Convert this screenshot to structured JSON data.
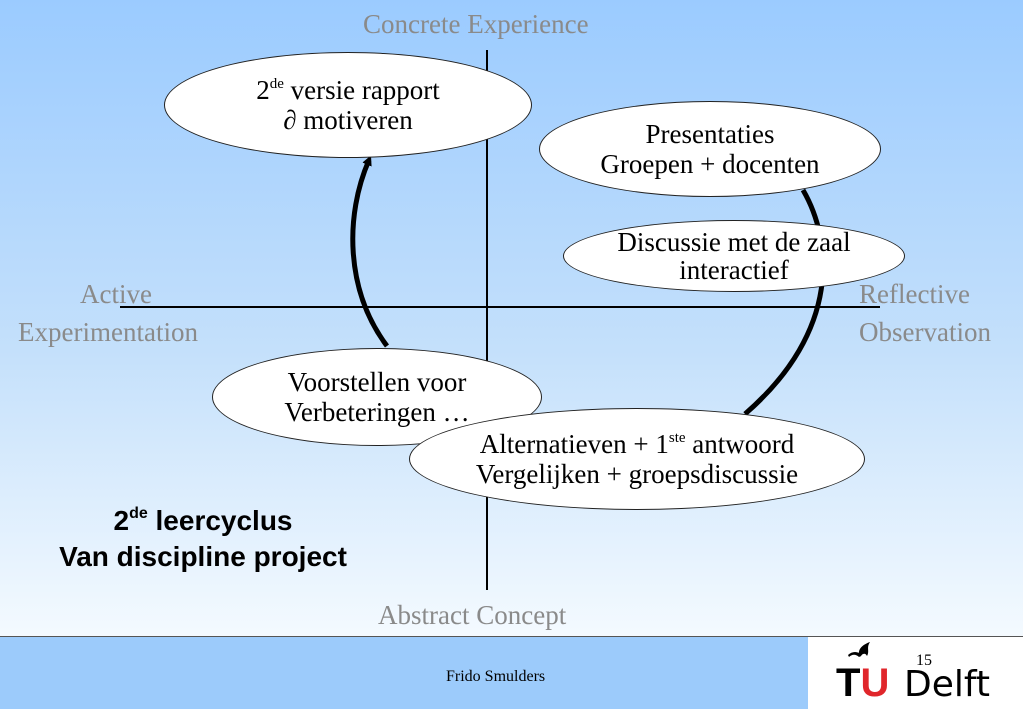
{
  "axes": {
    "top": "Concrete Experience",
    "bottom": "Abstract Concept",
    "left_line1": "Active",
    "left_line2": "Experimentation",
    "right_line1": "Reflective",
    "right_line2": "Observation"
  },
  "nodes": {
    "rapport": {
      "line1_prefix": "2",
      "line1_sup": "de",
      "line1_suffix": " versie rapport",
      "line2": "∂ motiveren"
    },
    "presentaties": {
      "line1": "Presentaties",
      "line2": "Groepen + docenten"
    },
    "discussie": {
      "line1": "Discussie met de zaal",
      "line2": "interactief"
    },
    "voorstellen": {
      "line1": "Voorstellen voor",
      "line2": "Verbeteringen …"
    },
    "alternatieven": {
      "line1_prefix": "Alternatieven + 1",
      "line1_sup": "ste",
      "line1_suffix": " antwoord",
      "line2": "Vergelijken + groepsdiscussie"
    }
  },
  "title": {
    "line1_prefix": "2",
    "line1_sup": "de",
    "line1_suffix": " leercyclus",
    "line2": "Van discipline project"
  },
  "footer": {
    "author": "Frido Smulders",
    "page": "15",
    "logo_tu": "TU",
    "logo_delft": "Delft"
  },
  "colors": {
    "axis_label": "#8a8a8a",
    "background_top": "#9bcbff",
    "footer": "#9ccbfb",
    "logo_red": "#e0262b"
  }
}
